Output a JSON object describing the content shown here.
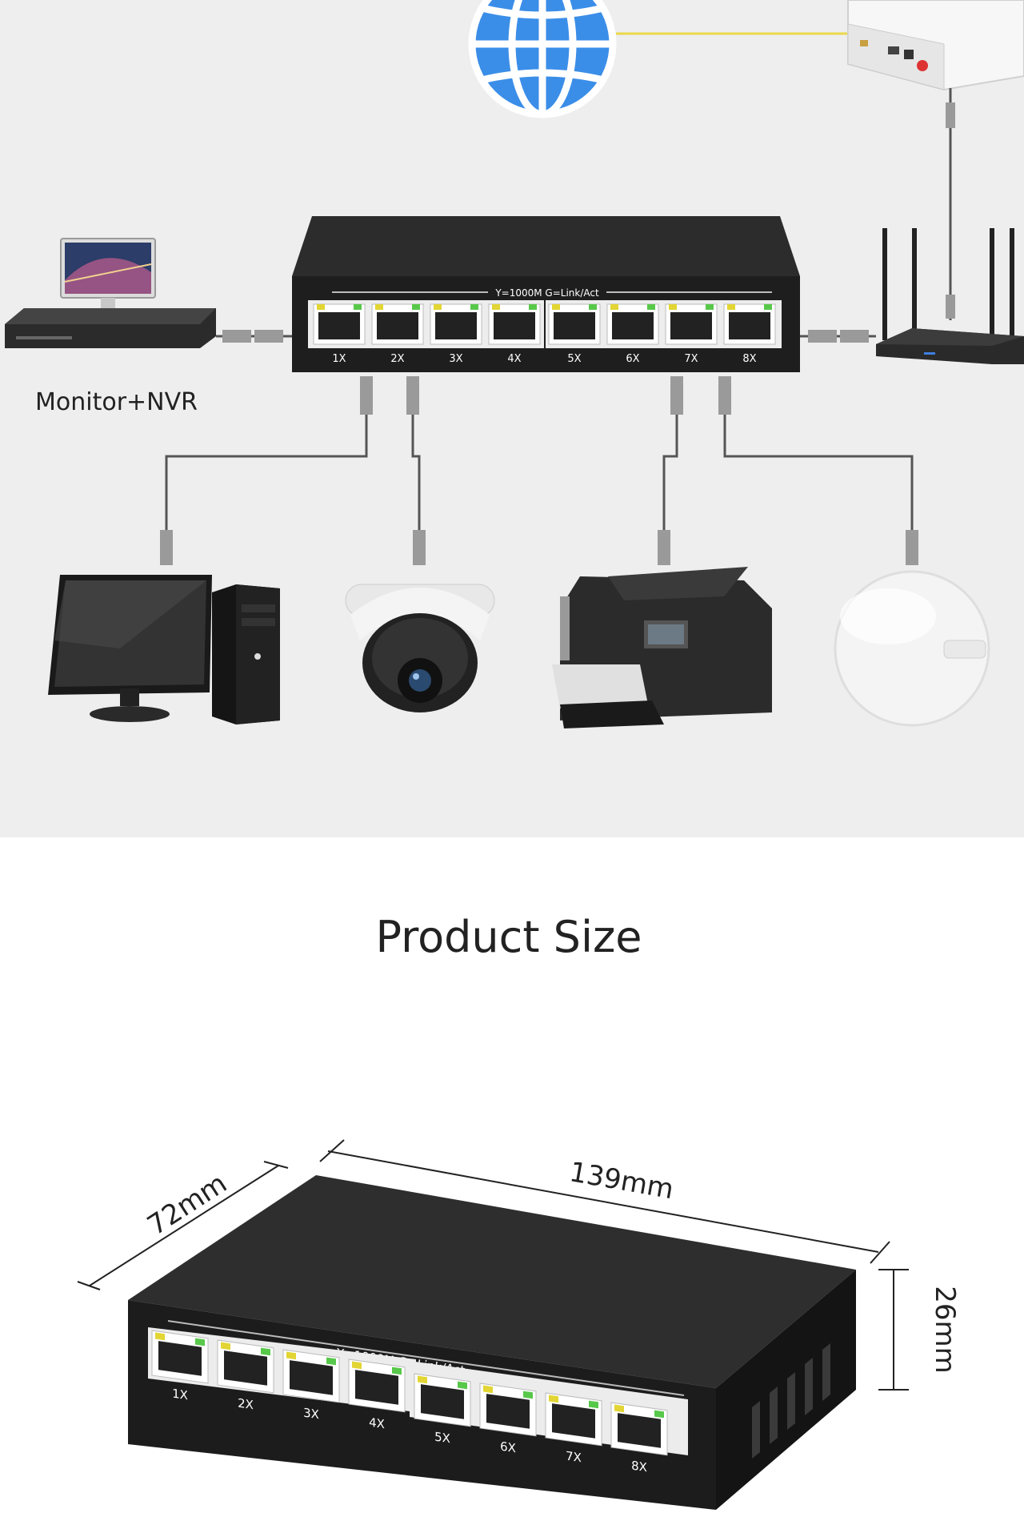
{
  "topology": {
    "nvr_label": "Monitor+NVR",
    "switch_led_legend": "Y=1000M  G=Link/Act",
    "switch_ports": [
      "1X",
      "2X",
      "3X",
      "4X",
      "5X",
      "6X",
      "7X",
      "8X"
    ]
  },
  "product_size": {
    "heading": "Product Size",
    "length": "139mm",
    "width": "72mm",
    "height": "26mm",
    "led_legend": "Y=1000M  G=Link/Act",
    "ports": [
      "1X",
      "2X",
      "3X",
      "4X",
      "5X",
      "6X",
      "7X",
      "8X"
    ]
  },
  "colors": {
    "globe": "#3b8ee8",
    "switch_body": "#1e1e1e",
    "cable": "#555555",
    "fiber": "#e8d84a",
    "led_yellow": "#e2d534",
    "led_green": "#58c84a"
  }
}
